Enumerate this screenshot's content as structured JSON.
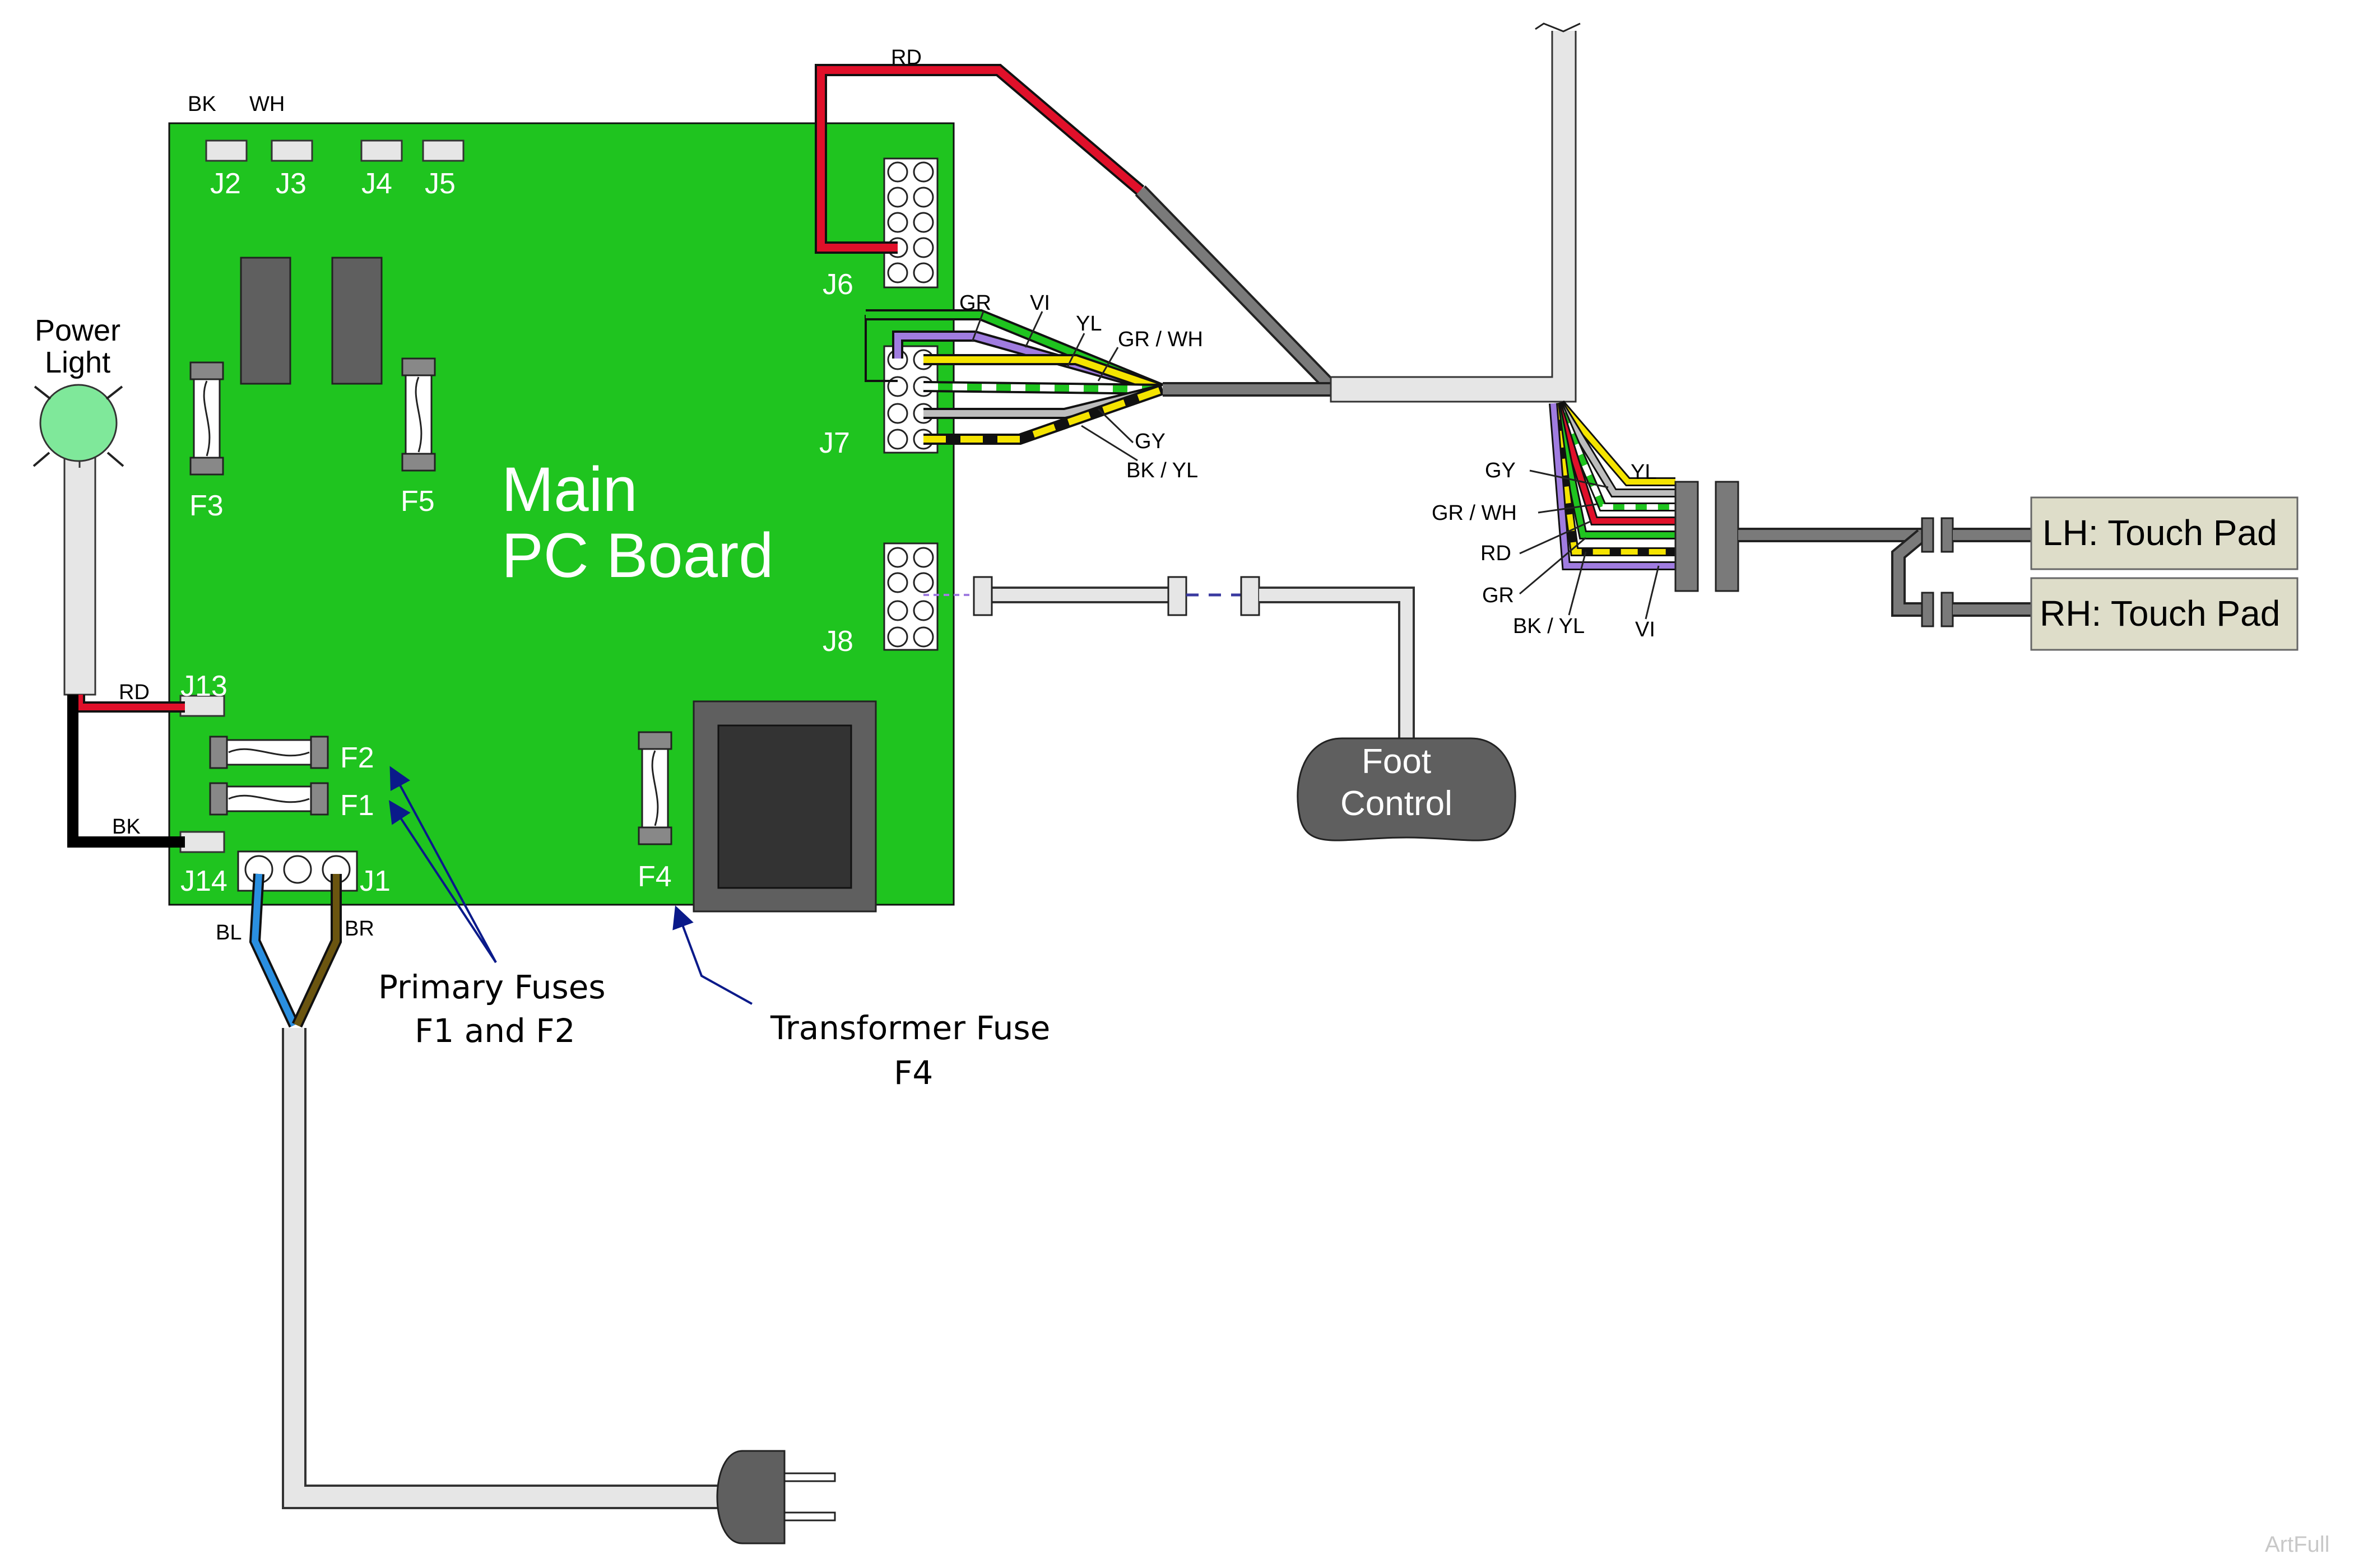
{
  "board": {
    "title_line1": "Main",
    "title_line2": "PC Board",
    "color": "#1fc41f"
  },
  "connectors": {
    "j2": "J2",
    "j3": "J3",
    "j4": "J4",
    "j5": "J5",
    "j6": "J6",
    "j7": "J7",
    "j8": "J8",
    "j13": "J13",
    "j14": "J14",
    "j1": "J1"
  },
  "fuses": {
    "f1": "F1",
    "f2": "F2",
    "f3": "F3",
    "f4": "F4",
    "f5": "F5"
  },
  "power_light": {
    "line1": "Power",
    "line2": "Light",
    "color": "#7fe89a"
  },
  "wires": {
    "bk_top": "BK",
    "wh_top": "WH",
    "rd_j6": "RD",
    "j7_gr": "GR",
    "j7_vi": "VI",
    "j7_yl": "YL",
    "j7_grwh": "GR / WH",
    "j7_gy": "GY",
    "j7_bkyl": "BK / YL",
    "rd_j13": "RD",
    "bk_j14": "BK",
    "bl": "BL",
    "br": "BR",
    "harness_gy": "GY",
    "harness_yl": "YL",
    "harness_grwh": "GR / WH",
    "harness_rd": "RD",
    "harness_gr": "GR",
    "harness_bkyl": "BK / YL",
    "harness_vi": "VI"
  },
  "callouts": {
    "primary_line1": "Primary Fuses",
    "primary_line2": "F1 and F2",
    "transformer_line1": "Transformer Fuse",
    "transformer_line2": "F4"
  },
  "devices": {
    "lh_pad": "LH: Touch Pad",
    "rh_pad": "RH: Touch Pad",
    "foot_line1": "Foot",
    "foot_line2": "Control"
  },
  "watermark": "ArtFull",
  "colors": {
    "red": "#e0102a",
    "black": "#000000",
    "gray": "#7a7a7a",
    "light_gray": "#e6e6e6",
    "green": "#1fc41f",
    "violet": "#a07ce0",
    "yellow": "#f5e400",
    "blue": "#2a8fe0",
    "brown": "#6b5510",
    "arrow_blue": "#0a1a8a",
    "pad_bg": "#deddc9"
  }
}
